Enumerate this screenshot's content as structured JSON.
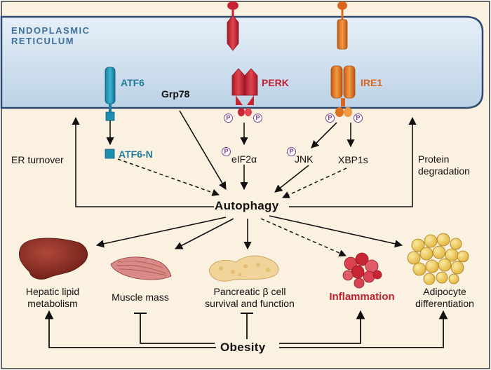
{
  "compartment": {
    "line1": "ENDOPLASMIC",
    "line2": "RETICULUM"
  },
  "receptors": {
    "atf6": "ATF6",
    "perk": "PERK",
    "ire1": "IRE1",
    "grp78": "Grp78"
  },
  "phospho_symbol": "P",
  "mediators": {
    "atf6n": "ATF6-N",
    "eif2a": "eIF2α",
    "jnk": "JNK",
    "xbp1s": "XBP1s"
  },
  "side_labels": {
    "er_turnover": "ER turnover",
    "protein_degradation_1": "Protein",
    "protein_degradation_2": "degradation"
  },
  "hub": "Autophagy",
  "outcomes": {
    "hepatic_1": "Hepatic lipid",
    "hepatic_2": "metabolism",
    "muscle": "Muscle mass",
    "pancreatic_1": "Pancreatic β cell",
    "pancreatic_2": "survival and function",
    "inflammation": "Inflammation",
    "adipocyte_1": "Adipocyte",
    "adipocyte_2": "differentiation"
  },
  "root": "Obesity",
  "colors": {
    "background": "#fbf1e0",
    "er_fill": "#cfe0ee",
    "er_border": "#2d4b70",
    "atf6": "#1f8fb0",
    "perk": "#c92434",
    "ire1": "#e0731e",
    "phospho": "#7b3d8c",
    "inflammation": "#c0202f"
  }
}
